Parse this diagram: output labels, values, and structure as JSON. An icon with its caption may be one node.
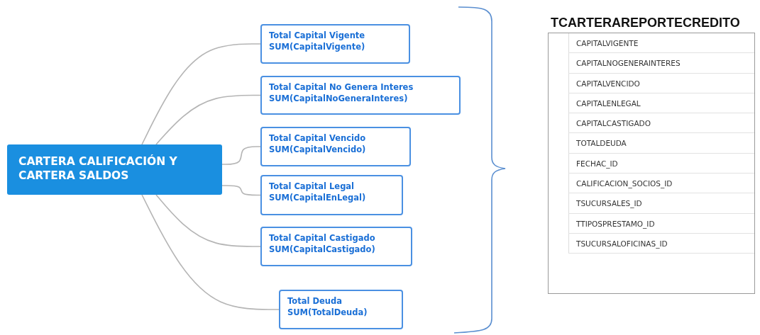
{
  "diagram": {
    "nodes": [
      {
        "text": [
          "CARTERA CALIFICACIÓN Y CARTERA SALDOS"
        ]
      },
      {
        "text": [
          "Total Capital Vigente",
          "SUM(CapitalVigente)"
        ]
      },
      {
        "text": [
          "Total Capital No Genera Interes",
          "SUM(CapitalNoGeneraInteres)"
        ]
      },
      {
        "text": [
          "Total Capital Vencido",
          "SUM(CapitalVencido)"
        ]
      },
      {
        "text": [
          "Total Capital Legal",
          "SUM(CapitalEnLegal)"
        ]
      },
      {
        "text": [
          "Total Capital Castigado",
          "SUM(CapitalCastigado)"
        ]
      },
      {
        "text": [
          "Total Deuda",
          "SUM(TotalDeuda)"
        ]
      },
      {
        "text": [
          "TCARTERAREPORTECREDITO",
          "CAPITALVIGENTE",
          "CAPITALNOGENERAINTERES",
          "CAPITALVENCIDO",
          "CAPITALENLEGAL",
          "CAPITALCASTIGADO",
          "TOTALDEUDA",
          "FECHAC_ID",
          "CALIFICACION_SOCIOS_ID",
          "TSUCURSALES_ID",
          "TTIPOSPRESTAMO_ID",
          "TSUCURSALOFICINAS_ID"
        ]
      }
    ],
    "edges": [
      {
        "from": 0,
        "to": 1,
        "arrow": "none"
      },
      {
        "from": 0,
        "to": 2,
        "arrow": "none"
      },
      {
        "from": 0,
        "to": 3,
        "arrow": "none"
      },
      {
        "from": 0,
        "to": 4,
        "arrow": "none"
      },
      {
        "from": 0,
        "to": 5,
        "arrow": "none"
      },
      {
        "from": 0,
        "to": 6,
        "arrow": "none"
      }
    ]
  }
}
